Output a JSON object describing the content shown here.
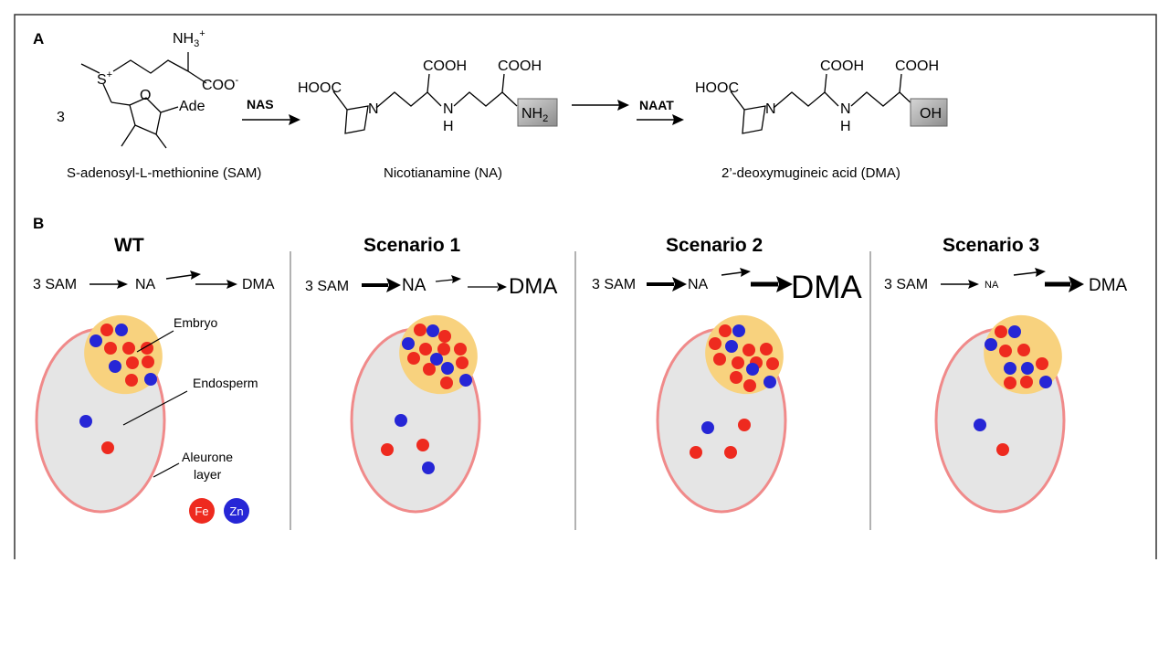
{
  "panel_a": {
    "label": "A",
    "coefficient": "3",
    "sam": {
      "ammonium": "NH",
      "ammonium_sub": "3",
      "ammonium_sup": "+",
      "carboxylate": "COO",
      "carboxylate_sup": "-",
      "sulfonium": "S",
      "sulfonium_sup": "+",
      "ade": "Ade",
      "ring_o": "O",
      "caption": "S-adenosyl-L-methionine (SAM)"
    },
    "enzyme1": "NAS",
    "enzyme2": "NAAT",
    "na": {
      "hooc": "HOOC",
      "cooh1": "COOH",
      "cooh2": "COOH",
      "n": "N",
      "nh": "N",
      "h": "H",
      "nh2": "NH",
      "nh2_sub": "2",
      "caption": "Nicotianamine (NA)"
    },
    "dma": {
      "hooc": "HOOC",
      "cooh1": "COOH",
      "cooh2": "COOH",
      "n": "N",
      "nh": "N",
      "h": "H",
      "oh": "OH",
      "caption": "2’-deoxymugineic acid (DMA)"
    }
  },
  "panel_b": {
    "label": "B",
    "columns": [
      {
        "title": "WT",
        "sam": "3 SAM",
        "na": "NA",
        "dma": "DMA",
        "annotations": {
          "embryo": "Embryo",
          "endosperm": "Endosperm",
          "aleurone_line1": "Aleurone",
          "aleurone_line2": "layer"
        }
      },
      {
        "title": "Scenario 1",
        "sam": "3 SAM",
        "na": "NA",
        "dma": "DMA"
      },
      {
        "title": "Scenario 2",
        "sam": "3 SAM",
        "na": "NA",
        "dma": "DMA"
      },
      {
        "title": "Scenario 3",
        "sam": "3 SAM",
        "na": "NA",
        "dma": "DMA"
      }
    ],
    "legend": [
      {
        "label": "Fe",
        "color": "#ee2a1f"
      },
      {
        "label": "Zn",
        "color": "#2626d6"
      }
    ]
  },
  "colors": {
    "fe": "#ee2a1f",
    "zn": "#2626d6",
    "embryo": "#f8d27e",
    "endosperm": "#e5e5e5",
    "aleurone": "#f08a8a",
    "highlight_box": "#a9a9a9"
  }
}
